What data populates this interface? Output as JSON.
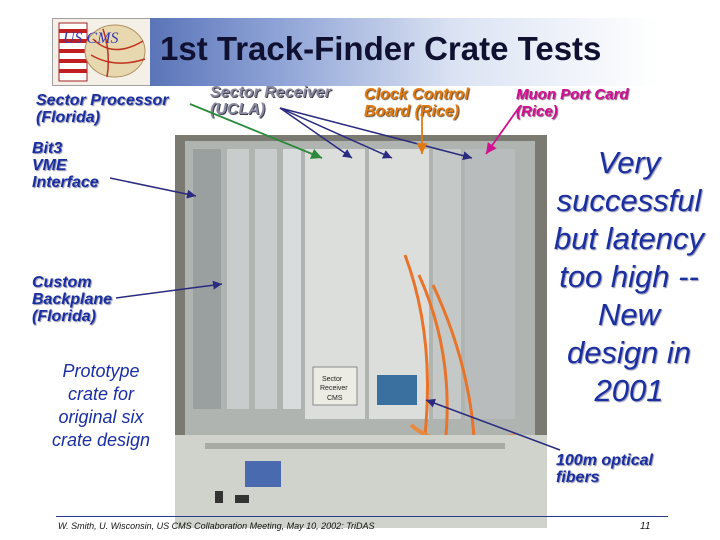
{
  "slide": {
    "title": "1st Track-Finder Crate Tests",
    "logo_text": "US CMS",
    "labels": {
      "sector_processor": [
        "Sector Processor",
        "(Florida)"
      ],
      "sector_receiver": [
        "Sector Receiver",
        "(UCLA)"
      ],
      "clock_control": [
        "Clock Control",
        "Board  (Rice)"
      ],
      "muon_port_card": [
        "Muon Port Card",
        "(Rice)"
      ],
      "bit3": [
        "Bit3",
        "VME",
        "Interface"
      ],
      "backplane": [
        "Custom",
        "Backplane",
        "(Florida)"
      ],
      "prototype": [
        "Prototype",
        "crate for",
        "original six",
        "crate design"
      ],
      "fibers": [
        "100m optical",
        "fibers"
      ]
    },
    "conclusion": [
      "Very",
      "successful",
      "but latency",
      "too high --",
      "New",
      "design in",
      "2001"
    ],
    "photo_card_text": [
      "Sector",
      "Receiver",
      "CMS"
    ],
    "footer": "W. Smith, U. Wisconsin, US CMS Collaboration Meeting, May 10, 2002: TriDAS",
    "page_number": "11"
  },
  "colors": {
    "label_blue": "#1a2fa0",
    "clock_orange": "#e07a10",
    "muon_magenta": "#d01090"
  }
}
